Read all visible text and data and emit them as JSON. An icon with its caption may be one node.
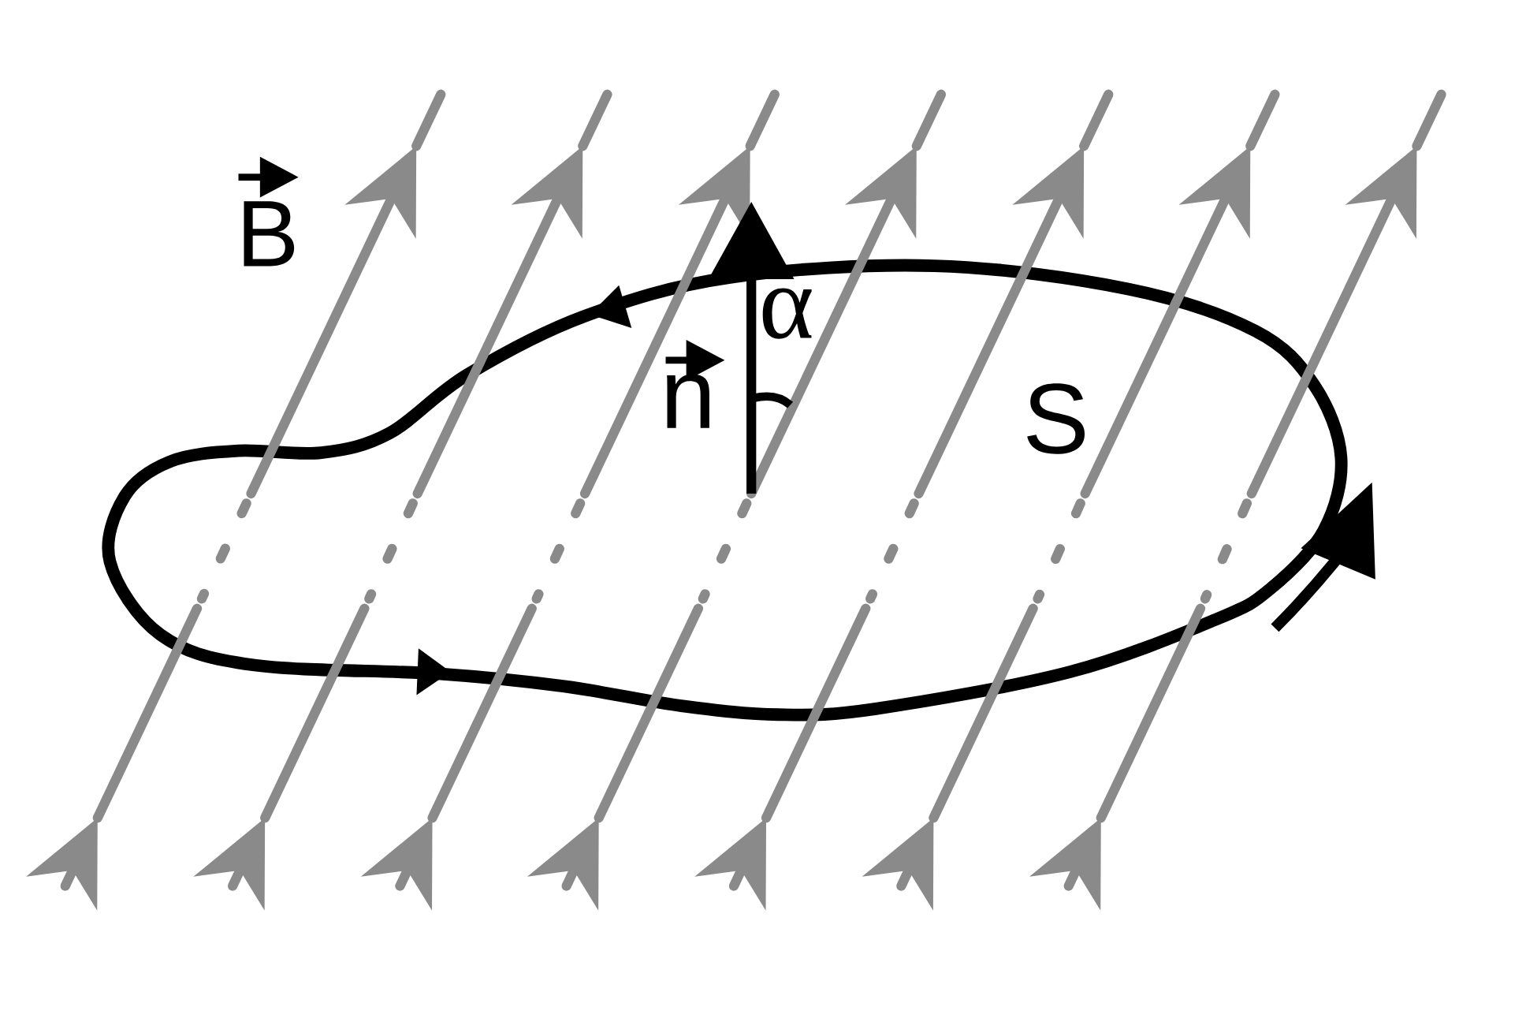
{
  "diagram": {
    "labels": [
      "B",
      "α",
      "n",
      "S"
    ]
  }
}
